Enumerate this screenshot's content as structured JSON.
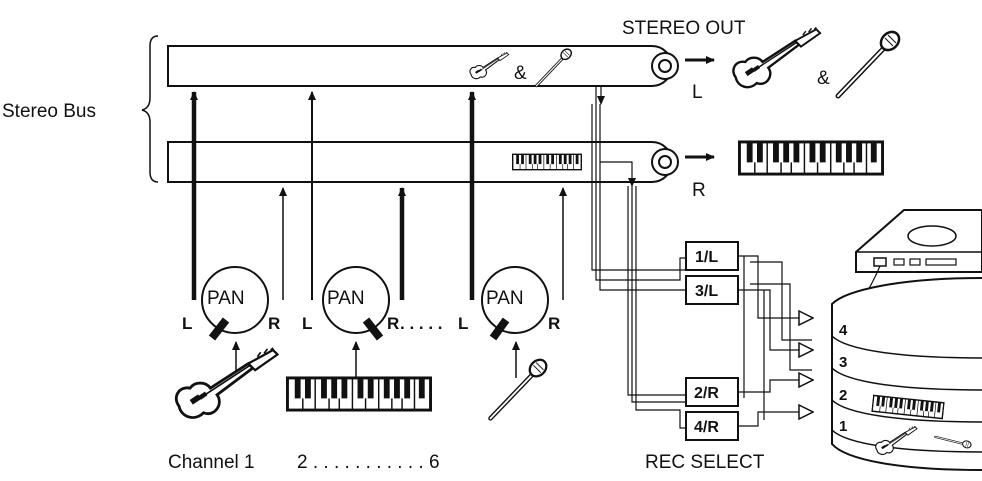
{
  "labels": {
    "stereo_out": "STEREO OUT",
    "stereo_bus": "Stereo Bus",
    "bus_and": "&",
    "out_and": "&",
    "out_l": "L",
    "out_r": "R",
    "pan": [
      "PAN",
      "PAN",
      "PAN"
    ],
    "pan_l": [
      "L",
      "L",
      "L"
    ],
    "pan_r": [
      "R",
      "R",
      "R"
    ],
    "channel_first": "Channel 1",
    "channel_range": "2 . . . . . . . . . . . 6",
    "pan_dots": ". . . . .",
    "rec_select": "REC SELECT"
  },
  "rec_select_buttons": [
    "1/L",
    "3/L",
    "2/R",
    "4/R"
  ],
  "track_numbers": [
    "4",
    "3",
    "2",
    "1"
  ],
  "icons": {
    "guitar": "guitar-icon",
    "keyboard": "keyboard-icon",
    "microphone": "microphone-icon",
    "pan_knob": "pan-knob-icon",
    "jack": "output-jack-icon",
    "recorder": "multitrack-recorder-icon"
  }
}
